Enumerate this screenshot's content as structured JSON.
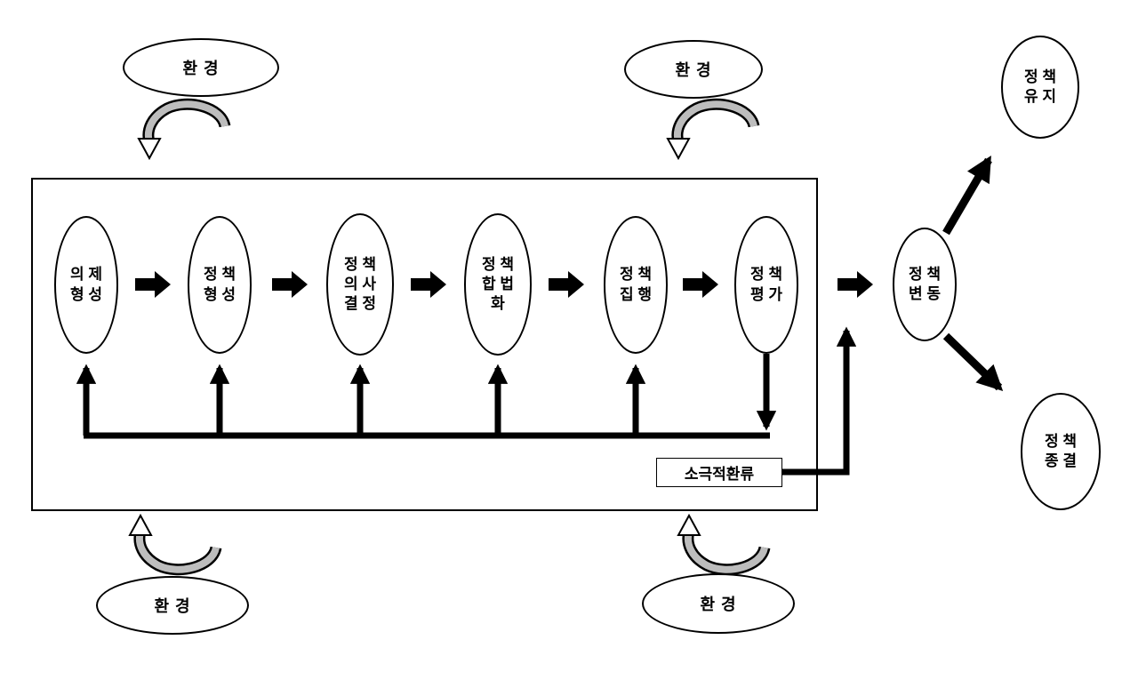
{
  "diagram": {
    "stages": [
      "의 제\n형 성",
      "정 책\n형 성",
      "정 책\n의 사\n결 정",
      "정 책\n합 법\n화",
      "정 책\n집 행",
      "정 책\n평 가"
    ],
    "outcomes": {
      "change": "정 책\n변 동",
      "maintain": "정 책\n유 지",
      "terminate": "정 책\n종 결"
    },
    "environment_label": "환 경",
    "feedback_label": "소극적환류",
    "colors": {
      "line": "#000000",
      "swirl_fill": "#bdbdbd",
      "background": "#ffffff"
    }
  }
}
